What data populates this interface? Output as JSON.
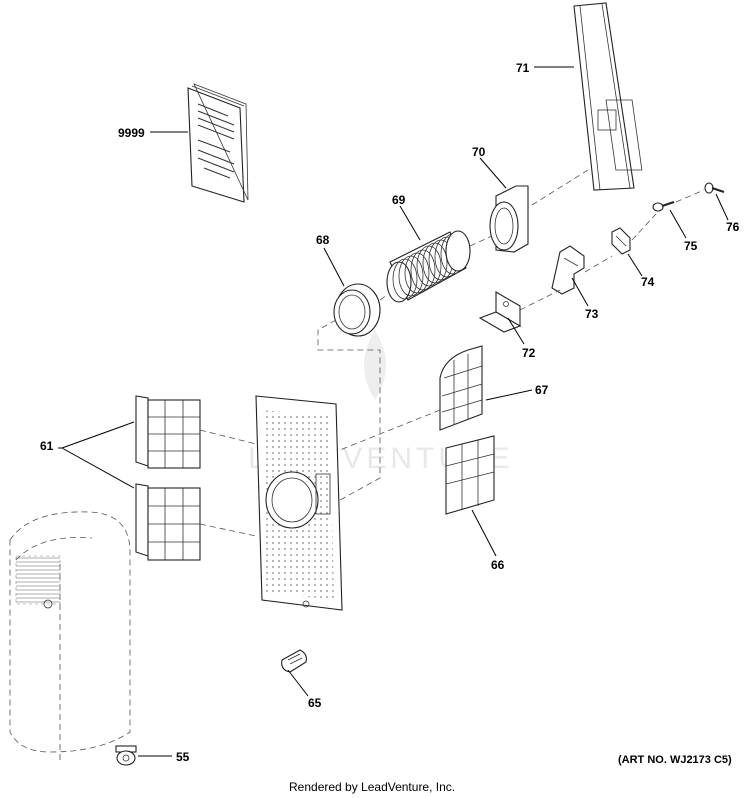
{
  "labels": {
    "p9999": "9999",
    "p71": "71",
    "p70": "70",
    "p69": "69",
    "p68": "68",
    "p67": "67",
    "p66": "66",
    "p65": "65",
    "p61": "61",
    "p55": "55",
    "p72": "72",
    "p73": "73",
    "p74": "74",
    "p75": "75",
    "p76": "76"
  },
  "art_number": "(ART NO. WJ2173 C5)",
  "footer": "Rendered by LeadVenture, Inc.",
  "watermark": "LEADVENTURE"
}
